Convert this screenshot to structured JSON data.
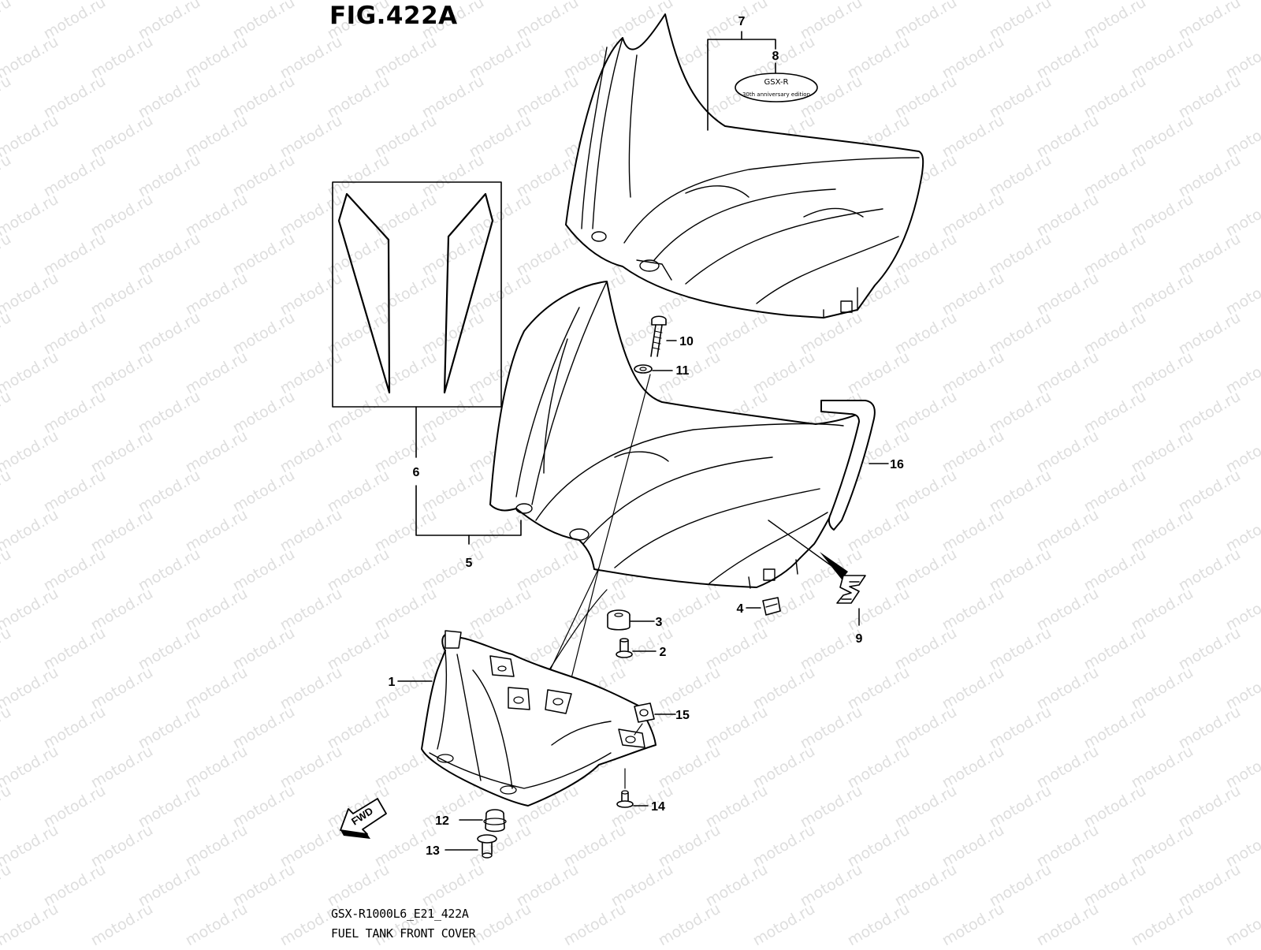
{
  "figure": {
    "title": "FIG.422A",
    "model_code": "GSX-R1000L6_E21_422A",
    "name": "FUEL TANK FRONT COVER"
  },
  "watermark": {
    "text": "motod.ru",
    "color": "#dedede"
  },
  "decal_badge": {
    "line1": "GSX-R",
    "line2": "30th  anniversary  edition"
  },
  "fwd_label": "FWD",
  "callouts": [
    {
      "id": "c1",
      "label": "1"
    },
    {
      "id": "c2",
      "label": "2"
    },
    {
      "id": "c3",
      "label": "3"
    },
    {
      "id": "c4",
      "label": "4"
    },
    {
      "id": "c5",
      "label": "5"
    },
    {
      "id": "c6",
      "label": "6"
    },
    {
      "id": "c7",
      "label": "7"
    },
    {
      "id": "c8",
      "label": "8"
    },
    {
      "id": "c9",
      "label": "9"
    },
    {
      "id": "c10",
      "label": "10"
    },
    {
      "id": "c11",
      "label": "11"
    },
    {
      "id": "c12",
      "label": "12"
    },
    {
      "id": "c13",
      "label": "13"
    },
    {
      "id": "c14",
      "label": "14"
    },
    {
      "id": "c15",
      "label": "15"
    },
    {
      "id": "c16",
      "label": "16"
    }
  ]
}
